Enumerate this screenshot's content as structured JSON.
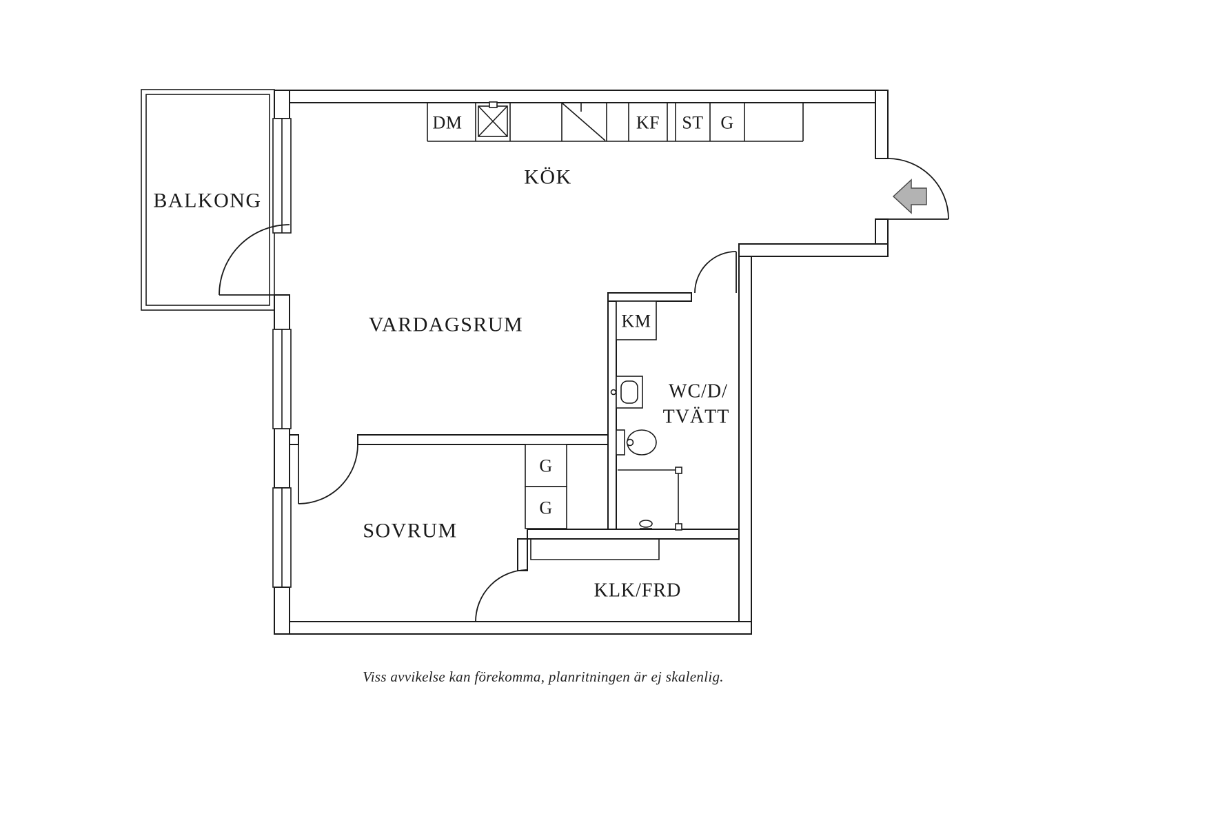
{
  "floorplan": {
    "rooms": {
      "balcony": "BALKONG",
      "kitchen": "KÖK",
      "living_room": "VARDAGSRUM",
      "bedroom": "SOVRUM",
      "bathroom_line1": "WC/D/",
      "bathroom_line2": "TVÄTT",
      "closet": "KLK/FRD"
    },
    "fixtures": {
      "dishwasher": "DM",
      "fridge_freezer": "KF",
      "tall_cabinet": "ST",
      "kitchen_wardrobe": "G",
      "washing_machine": "KM",
      "wardrobe_1": "G",
      "wardrobe_2": "G"
    },
    "icons": {
      "sink-icon": "kitchen sink (square with cross)",
      "stove-icon": "stove (diagonal slash)",
      "washbasin-icon": "bathroom washbasin",
      "toilet-icon": "toilet",
      "shower-icon": "shower corner with drain",
      "entrance-arrow-icon": "gray block arrow pointing left (entrance)",
      "window-icon": "window (double line with center glass line)",
      "door-arc-icon": "door swing arc"
    },
    "footer": "Viss avvikelse kan förekomma, planritningen är ej skalenlig.",
    "colors": {
      "background": "#ffffff",
      "line": "#1a1a1a",
      "arrow_fill": "#b3b3b3",
      "arrow_stroke": "#4a4a4a"
    }
  }
}
